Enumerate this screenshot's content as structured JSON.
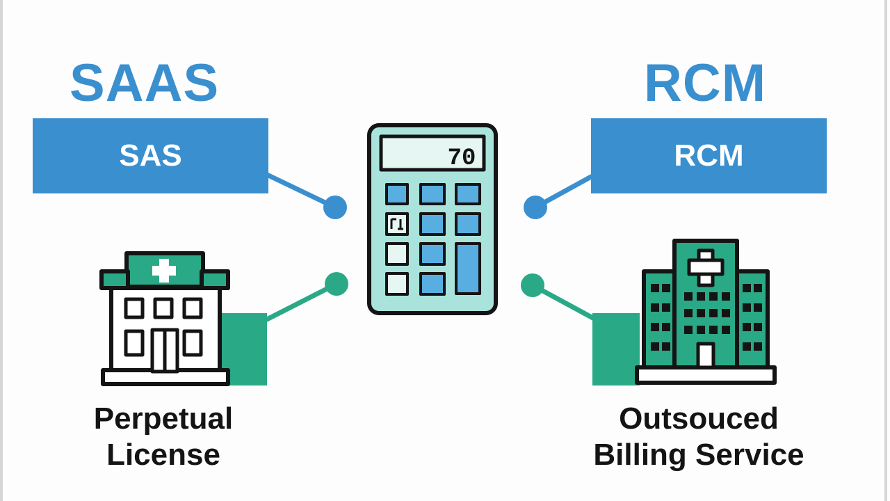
{
  "colors": {
    "blue": "#3a8fcf",
    "green": "#2aa986",
    "dark": "#141414",
    "calc_body": "#a9e3dc",
    "calc_key": "#58aee0"
  },
  "left": {
    "title": "SAAS",
    "banner": "SAS",
    "caption_line1": "Perpetual",
    "caption_line2": "License",
    "icon": "hospital-icon"
  },
  "right": {
    "title": "RCM",
    "banner": "RCM",
    "caption_line1": "Outsouced",
    "caption_line2": "Billing Service",
    "icon": "hospital-building-icon"
  },
  "center": {
    "icon": "calculator-icon",
    "display": "70"
  }
}
